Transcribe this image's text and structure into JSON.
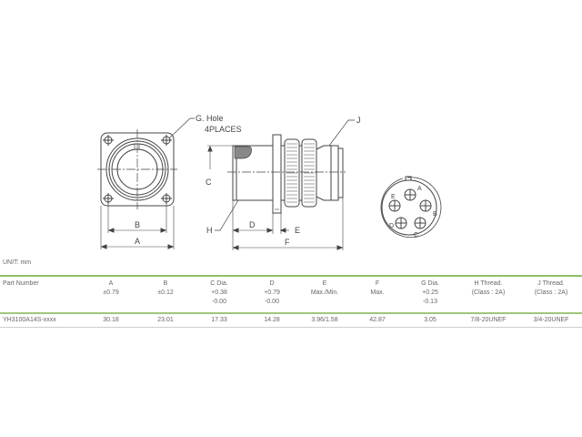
{
  "drawing": {
    "labels": {
      "g_hole": "G. Hole",
      "four_places": "4PLACES",
      "j": "J",
      "c": "C",
      "h": "H",
      "b": "B",
      "a": "A",
      "d": "D",
      "e": "E",
      "f": "F"
    },
    "pins": [
      {
        "id": "A"
      },
      {
        "id": "B"
      },
      {
        "id": "C"
      },
      {
        "id": "D"
      },
      {
        "id": "E"
      }
    ]
  },
  "unit": "UNIT: mm",
  "table": {
    "headers": [
      {
        "lines": [
          "Part Number"
        ]
      },
      {
        "lines": [
          "A",
          "±0.79"
        ]
      },
      {
        "lines": [
          "B",
          "±0.12"
        ]
      },
      {
        "lines": [
          "C Dia.",
          "+0.38",
          "-0.00"
        ]
      },
      {
        "lines": [
          "D",
          "+0.79",
          "-0.00"
        ]
      },
      {
        "lines": [
          "E",
          "Max./Min."
        ]
      },
      {
        "lines": [
          "F",
          "Max."
        ]
      },
      {
        "lines": [
          "G Dia.",
          "+0.25",
          "-0.13"
        ]
      },
      {
        "lines": [
          "H Thread.",
          "(Class : 2A)"
        ]
      },
      {
        "lines": [
          "J Thread.",
          "(Class : 2A)"
        ]
      }
    ],
    "rows": [
      [
        "YH3100A14S-xxxx",
        "30.18",
        "23.01",
        "17.33",
        "14.28",
        "3.96/1.58",
        "42.87",
        "3.05",
        "7/8-20UNEF",
        "3/4-20UNEF"
      ]
    ]
  },
  "colors": {
    "rule_green": "#8fbf6a",
    "line": "#444444"
  }
}
